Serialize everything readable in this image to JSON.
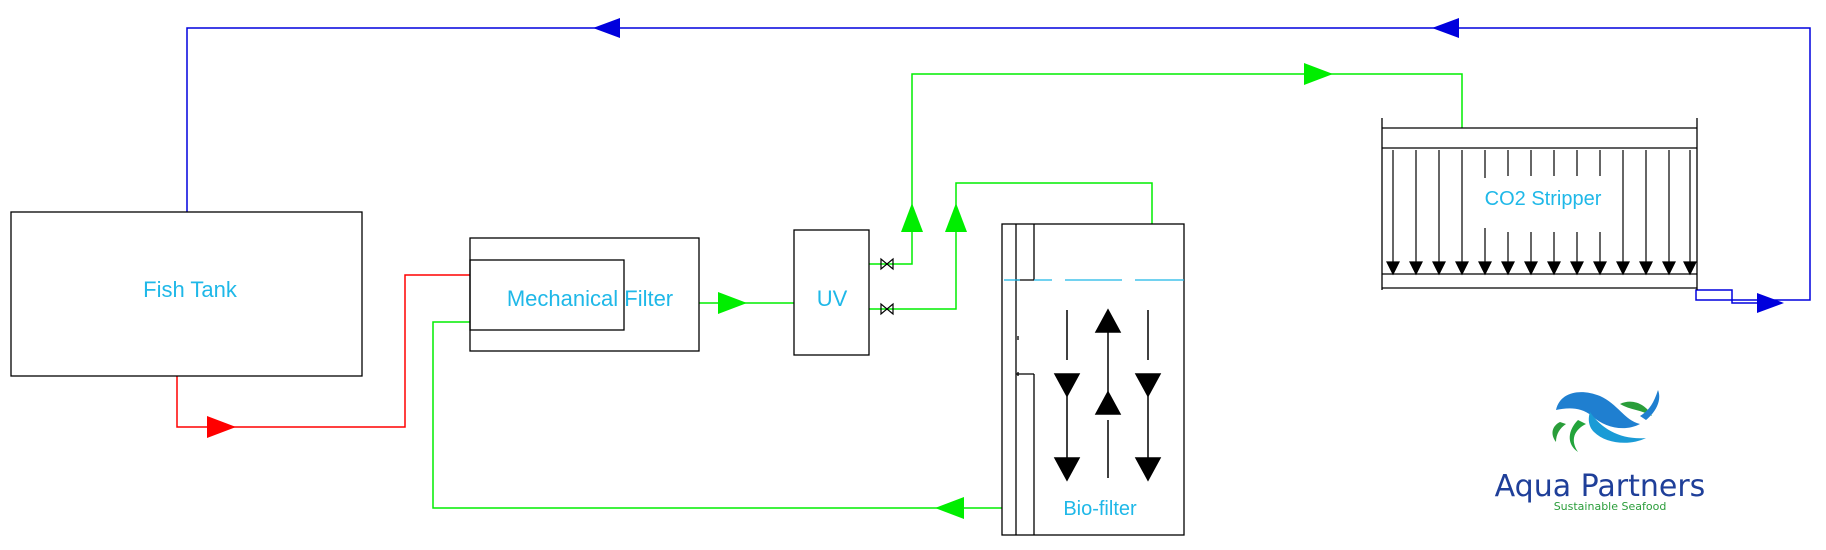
{
  "labels": {
    "fish_tank": "Fish Tank",
    "mechanical_filter": "Mechanical Filter",
    "uv": "UV",
    "biofilter": "Bio-filter",
    "co2_stripper": "CO2 Stripper"
  },
  "logo": {
    "name": "Aqua Partners",
    "tagline": "Sustainable Seafood"
  },
  "colors": {
    "label": "#1fb8e8",
    "return_line": "#0000dd",
    "waste_line": "#ff0000",
    "clean_line": "#00ee00",
    "logo_text": "#1f3f99",
    "logo_tagline": "#2a9d3a"
  }
}
